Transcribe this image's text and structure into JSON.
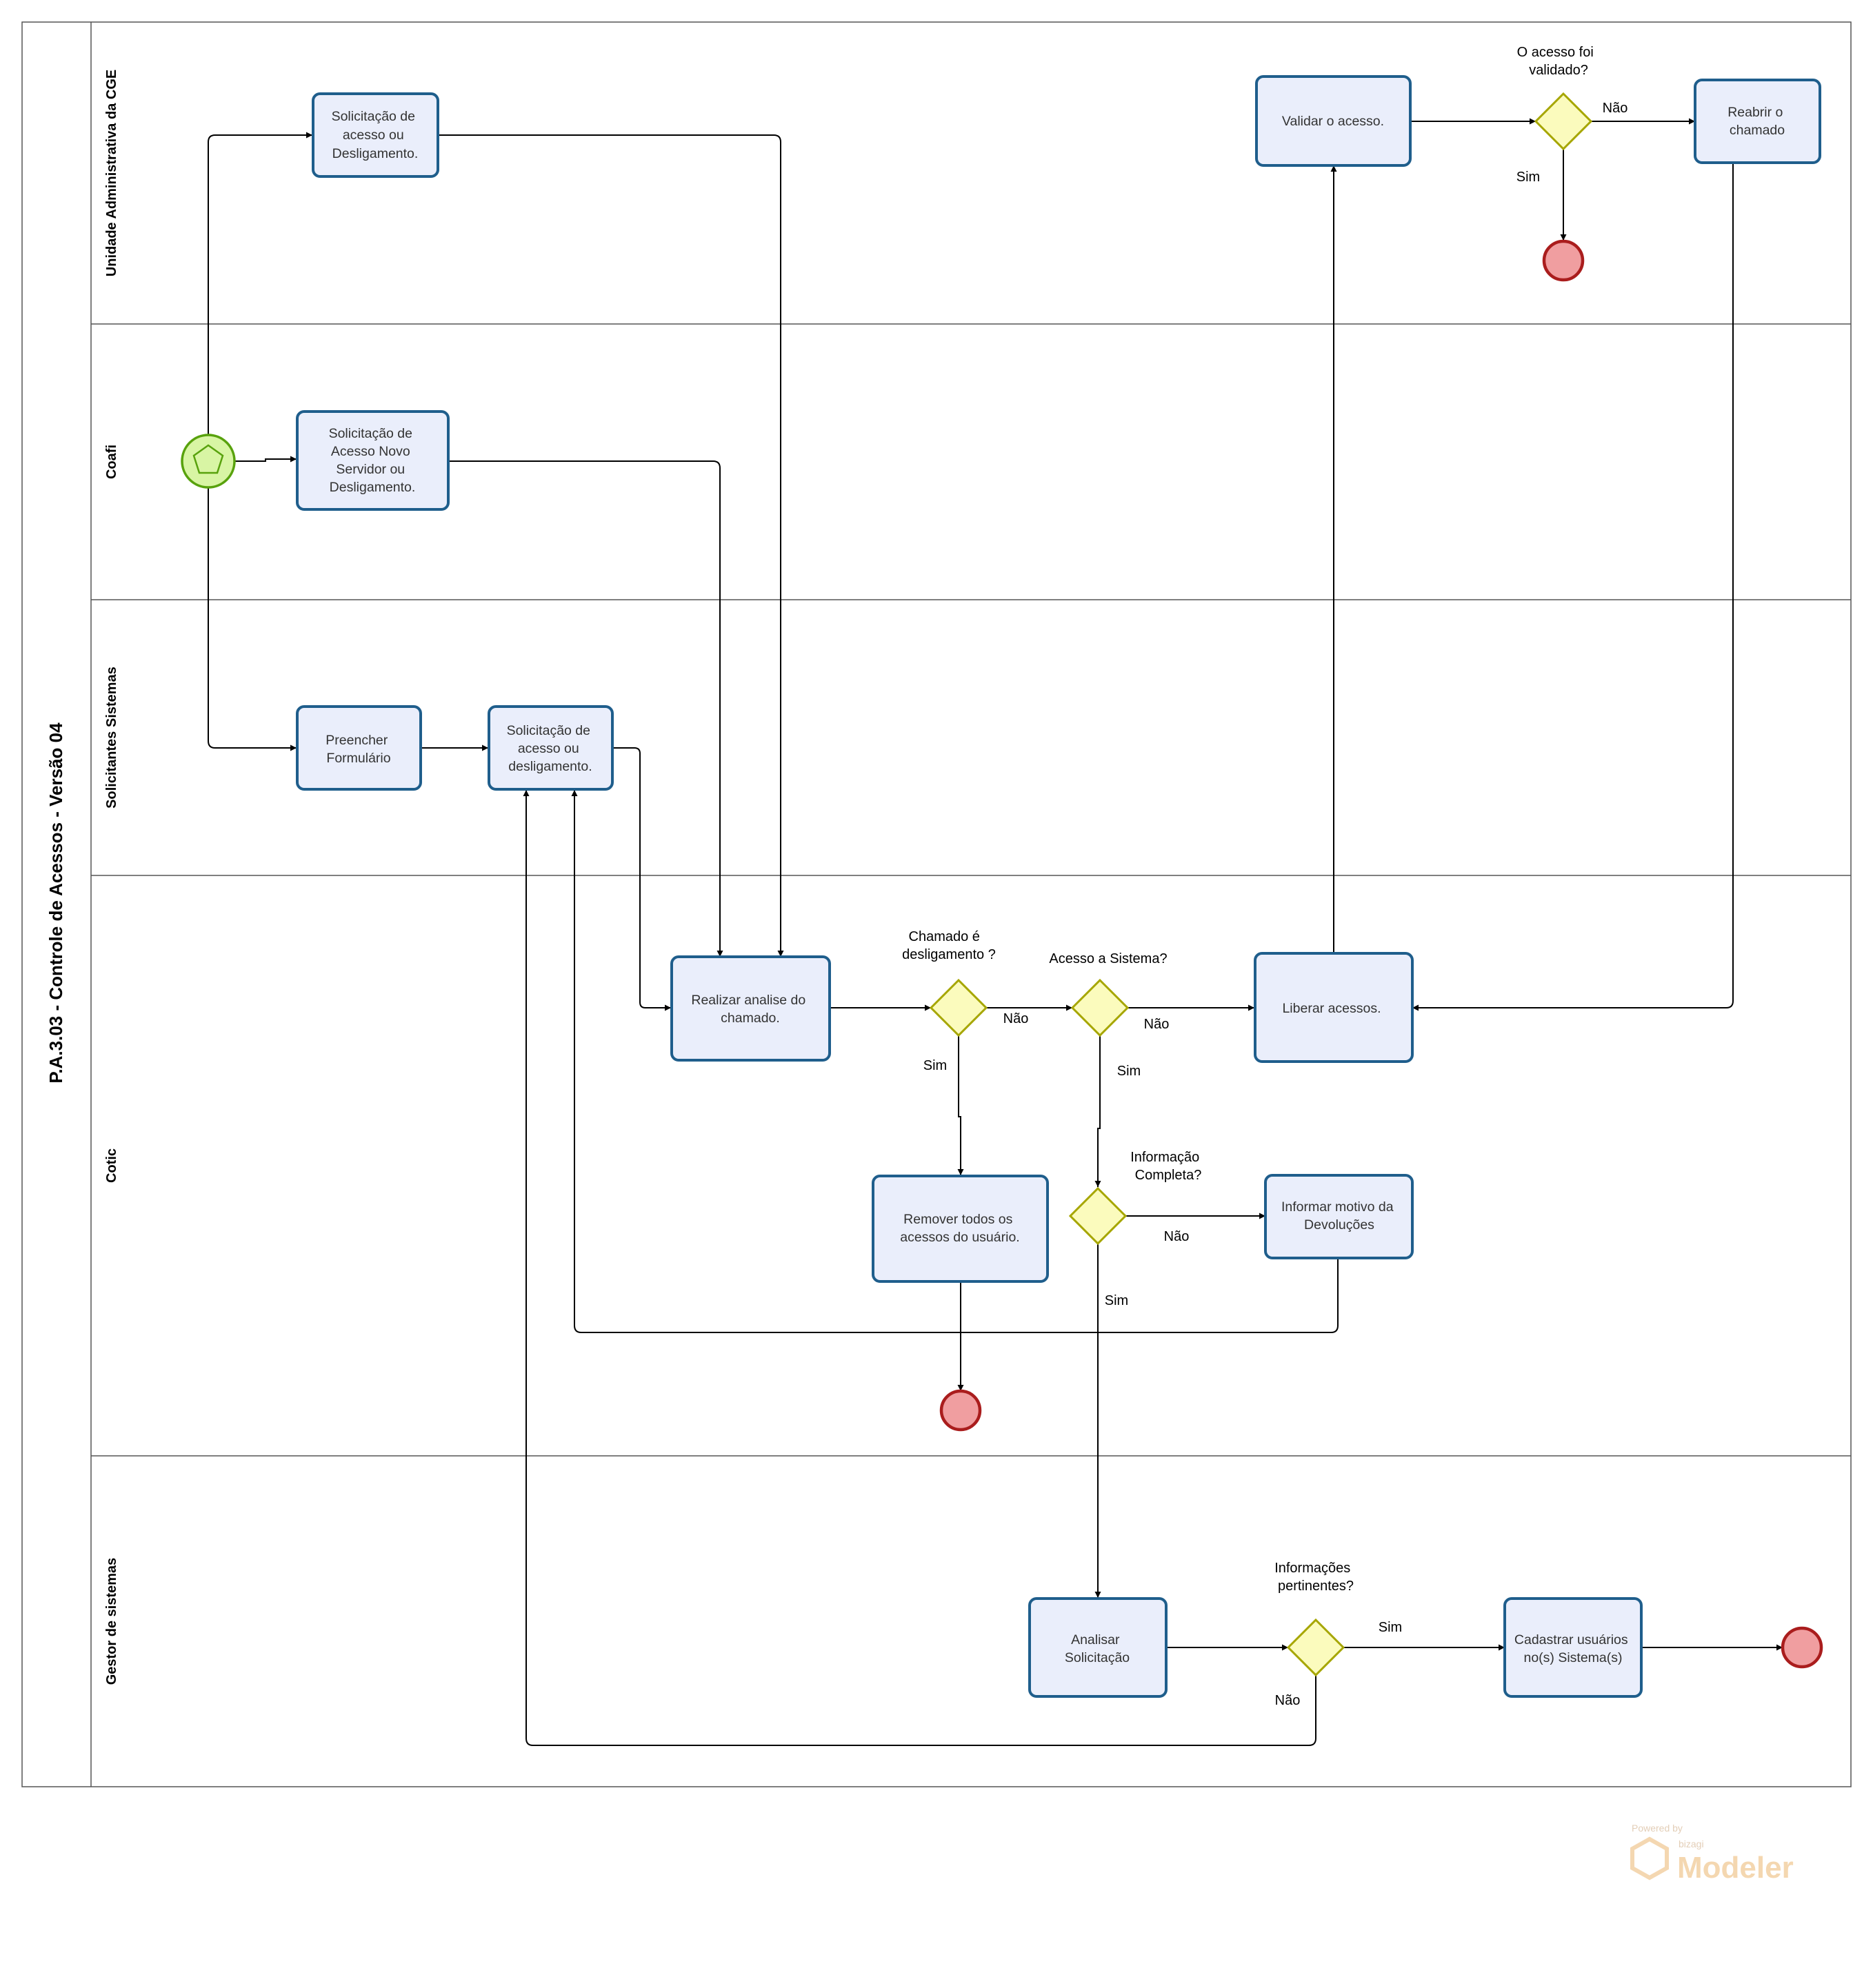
{
  "pool": {
    "title": "P.A.3.03 - Controle de Acessos - Versão 04"
  },
  "lanes": [
    {
      "id": "lane-ua-cge",
      "title": "Unidade Administrativa da CGE"
    },
    {
      "id": "lane-coafi",
      "title": "Coafi"
    },
    {
      "id": "lane-solicitantes",
      "title": "Solicitantes Sistemas"
    },
    {
      "id": "lane-cotic",
      "title": "Cotic"
    },
    {
      "id": "lane-gestor",
      "title": "Gestor de sistemas"
    }
  ],
  "tasks": {
    "t_ua": [
      "Solicitação de",
      "acesso ou",
      "Desligamento."
    ],
    "t_coafi": [
      "Solicitação de",
      "Acesso Novo",
      "Servidor ou",
      "Desligamento."
    ],
    "t_preencher": [
      "Preencher",
      "Formulário"
    ],
    "t_sol_sis": [
      "Solicitação de",
      "acesso ou",
      "desligamento."
    ],
    "t_realizar": [
      "Realizar analise do",
      "chamado."
    ],
    "t_validar": [
      "Validar o acesso."
    ],
    "t_reabrir": [
      "Reabrir o",
      "chamado"
    ],
    "t_liberar": [
      "Liberar acessos."
    ],
    "t_remover": [
      "Remover todos os",
      "acessos do usuário."
    ],
    "t_informar": [
      "Informar motivo da",
      "Devoluções"
    ],
    "t_analisar": [
      "Analisar",
      "Solicitação"
    ],
    "t_cadastrar": [
      "Cadastrar usuários",
      "no(s) Sistema(s)"
    ]
  },
  "gateways": {
    "g_validado": [
      "O acesso foi",
      "validado?"
    ],
    "g_deslig": [
      "Chamado é",
      "desligamento ?"
    ],
    "g_acesso": [
      "Acesso a Sistema?"
    ],
    "g_info": [
      "Informação",
      "Completa?"
    ],
    "g_pert": [
      "Informações",
      "pertinentes?"
    ]
  },
  "flow_labels": {
    "sim": "Sim",
    "nao": "Não"
  },
  "watermark": {
    "powered": "Powered by",
    "vendor": "bizagi",
    "product": "Modeler"
  }
}
